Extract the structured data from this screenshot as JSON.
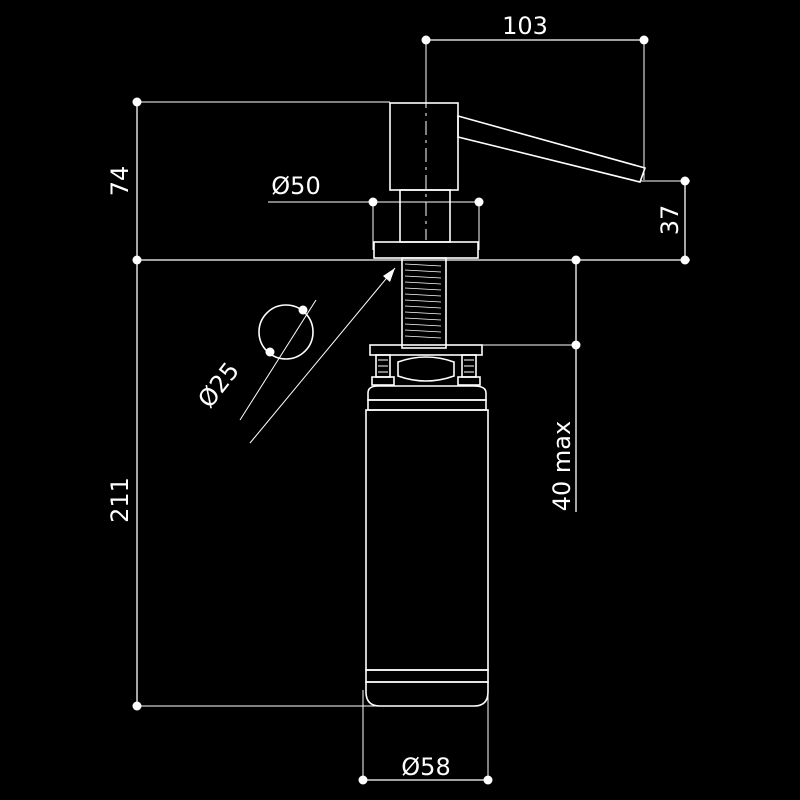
{
  "dimensions": {
    "spout_reach": "103",
    "head_height": "74",
    "head_diameter": "Ø50",
    "spout_drop": "37",
    "thread_diameter": "Ø25",
    "body_height": "211",
    "mount_thickness": "40 max",
    "bottle_diameter": "Ø58"
  },
  "colors": {
    "background": "#000000",
    "line": "#ffffff"
  }
}
